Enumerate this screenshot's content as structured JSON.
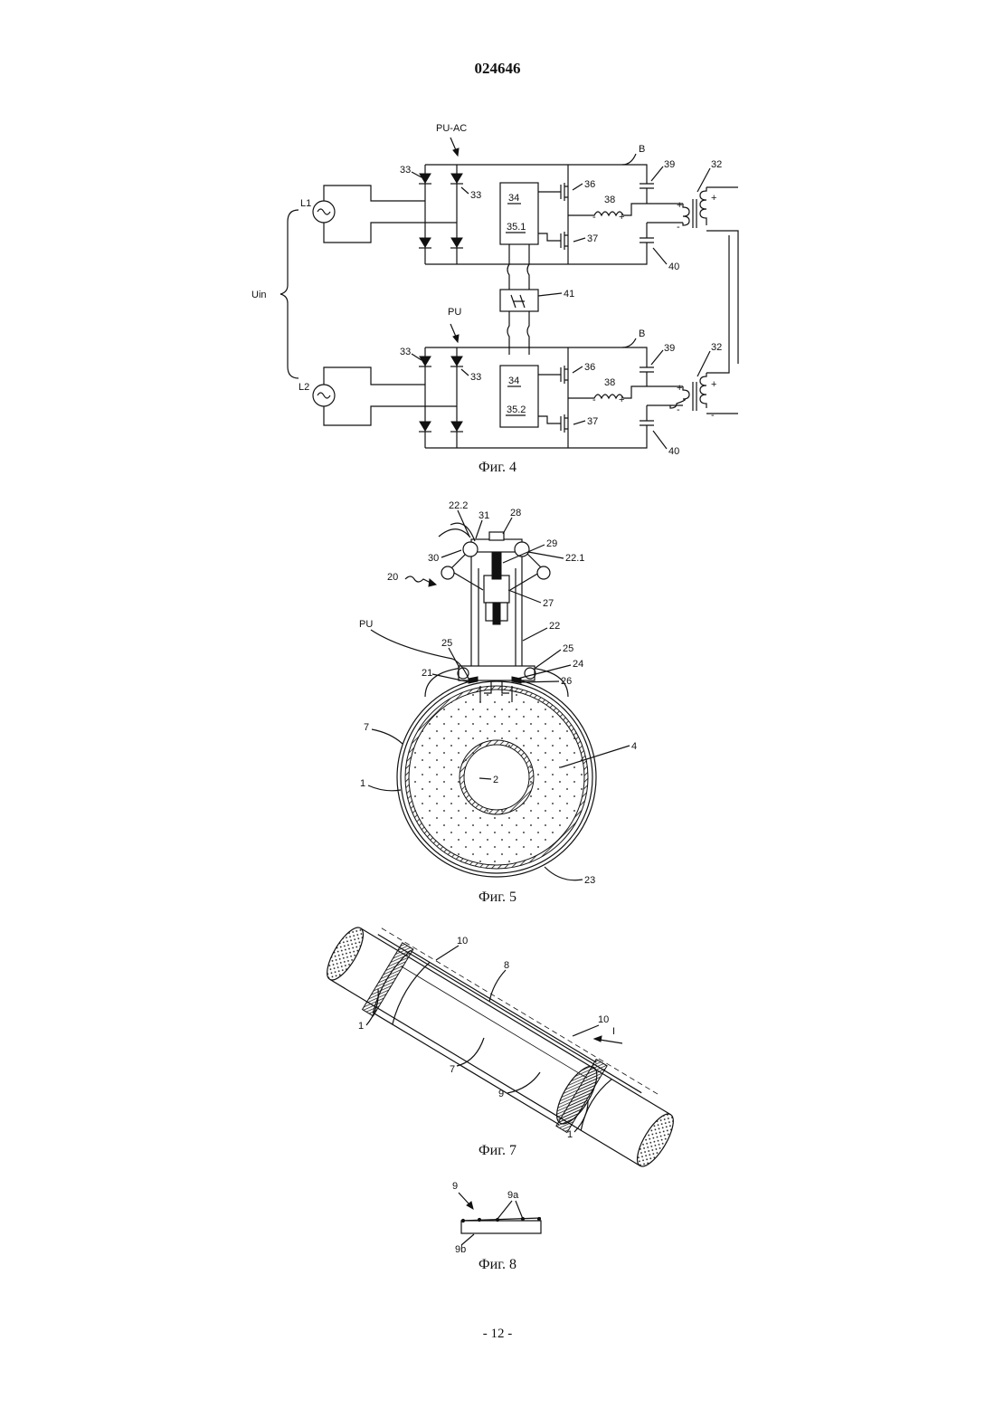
{
  "document": {
    "number": "024646",
    "page_label": "- 12 -"
  },
  "figures": [
    {
      "caption": "Фиг. 4",
      "labels": {
        "pu_ac": "PU-AC",
        "pu": "PU",
        "b_top": "B",
        "b_bottom": "B",
        "uin": "Uin",
        "l1": "L1",
        "l2": "L2",
        "n33": "33",
        "n34": "34",
        "n351": "35.1",
        "n352": "35.2",
        "n36": "36",
        "n37": "37",
        "n38": "38",
        "n39": "39",
        "n40": "40",
        "n41": "41",
        "n32": "32",
        "plus": "+",
        "minus": "-"
      }
    },
    {
      "caption": "Фиг. 5",
      "labels": {
        "n222": "22.2",
        "n31": "31",
        "n28": "28",
        "n29": "29",
        "n221": "22.1",
        "n30": "30",
        "n20": "20",
        "n27": "27",
        "pu": "PU",
        "n22": "22",
        "n25": "25",
        "n21": "21",
        "n24": "24",
        "n26": "26",
        "n7": "7",
        "n4": "4",
        "n1": "1",
        "n2": "2",
        "n23": "23"
      }
    },
    {
      "caption": "Фиг. 7",
      "labels": {
        "n10": "10",
        "n8": "8",
        "n1": "1",
        "n7": "7",
        "n9": "9",
        "i": "I"
      }
    },
    {
      "caption": "Фиг. 8",
      "labels": {
        "n9": "9",
        "n9a": "9a",
        "n9b": "9b"
      }
    }
  ]
}
